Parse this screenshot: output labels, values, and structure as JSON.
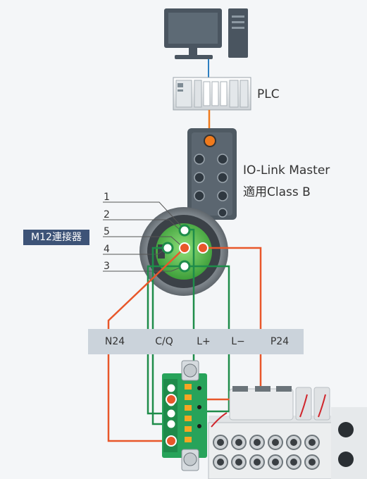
{
  "labels": {
    "plc": "PLC",
    "master_line1": "IO-Link Master",
    "master_line2": "適用Class B",
    "connector": "M12連接器"
  },
  "pin_labels": [
    "1",
    "2",
    "5",
    "4",
    "3"
  ],
  "terminals": [
    "N24",
    "C/Q",
    "L+",
    "L−",
    "P24"
  ],
  "colors": {
    "network_line": "#2d7fc1",
    "io_link_line": "#f07a1c",
    "green_wire": "#1e8c4a",
    "orange_wire": "#e8572a",
    "badge": "#3d5377",
    "terminal_bar": "#cbd3db"
  }
}
